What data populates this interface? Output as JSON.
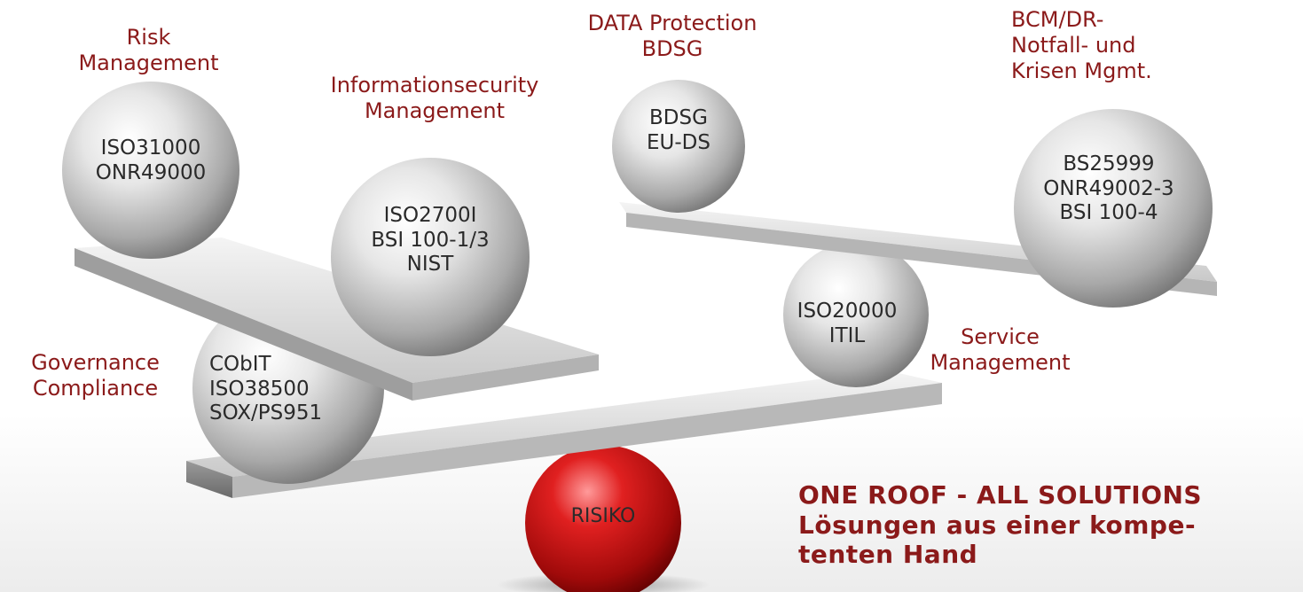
{
  "categories": {
    "risk": [
      "Risk",
      "Management"
    ],
    "infosec": [
      "Informationsecurity",
      "Management"
    ],
    "data_protection": [
      "DATA Protection",
      "BDSG"
    ],
    "bcm": [
      "BCM/DR-",
      "Notfall- und",
      "Krisen Mgmt."
    ],
    "governance": [
      "Governance",
      "Compliance"
    ],
    "service": [
      "Service",
      "Management"
    ]
  },
  "standards": {
    "risk": [
      "ISO31000",
      "ONR49000"
    ],
    "infosec": [
      "ISO2700I",
      "BSI 100-1/3",
      "NIST"
    ],
    "data_protection": [
      "BDSG",
      "EU-DS"
    ],
    "bcm": [
      "BS25999",
      "ONR49002-3",
      "BSI 100-4"
    ],
    "governance": [
      "CObIT",
      "ISO38500",
      "SOX/PS951"
    ],
    "service": [
      "ISO20000",
      "ITIL"
    ]
  },
  "center": "RISIKO",
  "slogan": [
    "ONE ROOF - ALL SOLUTIONS",
    "Lösungen aus einer kompe-",
    "tenten Hand"
  ],
  "colors": {
    "accent": "#8b1a1a",
    "sphere": "#d8d8d8",
    "center_sphere": "#cc1a1a",
    "text": "#2a2a2a"
  }
}
